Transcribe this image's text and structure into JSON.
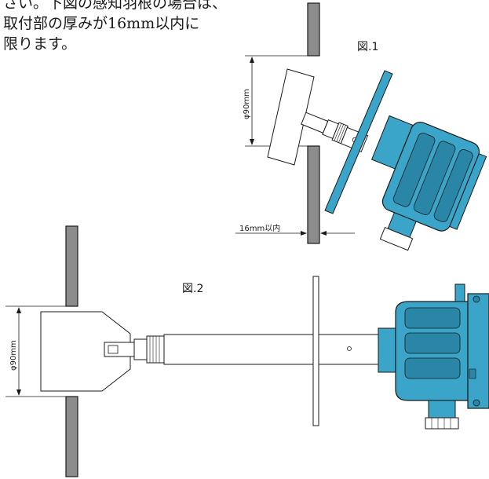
{
  "intro": {
    "lines": [
      "さい。下図の感知羽根の場合は、",
      "取付部の厚みが16mm以内に",
      "限ります。"
    ]
  },
  "figure1": {
    "label": "図.1",
    "diameter_label": "φ90mm",
    "thickness_label": "16mm以内"
  },
  "figure2": {
    "label": "図.2",
    "diameter_label": "φ90mm"
  },
  "colors": {
    "housing": "#3aa5c8",
    "housing_dark": "#2a86a6",
    "wall": "#8c8c8c",
    "line": "#1a1a1a"
  }
}
